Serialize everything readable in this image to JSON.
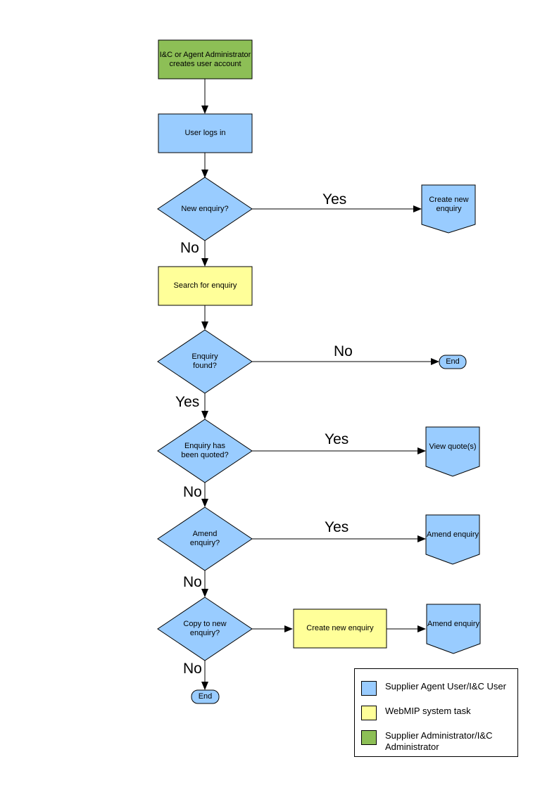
{
  "diagram": {
    "type": "flowchart",
    "colors": {
      "user_shape": "#99CCFF",
      "system_shape": "#FFFF99",
      "admin_shape": "#8DBF56",
      "line": "#000000",
      "background": "#FFFFFF"
    },
    "nodes": {
      "admin_create": {
        "label": "I&C or Agent Administrator creates user account",
        "shape": "process",
        "role": "admin"
      },
      "user_login": {
        "label": "User logs in",
        "shape": "process",
        "role": "user"
      },
      "new_enquiry": {
        "label": "New enquiry?",
        "shape": "decision",
        "role": "user"
      },
      "create_new_enquiry_link": {
        "label": "Create new enquiry",
        "shape": "offpage-connector",
        "role": "user"
      },
      "search_for_enquiry": {
        "label": "Search for enquiry",
        "shape": "process",
        "role": "system"
      },
      "enquiry_found": {
        "label": "Enquiry found?",
        "shape": "decision",
        "role": "user"
      },
      "end_1": {
        "label": "End",
        "shape": "terminator",
        "role": "user"
      },
      "enquiry_quoted": {
        "label": "Enquiry has been quoted?",
        "shape": "decision",
        "role": "user"
      },
      "view_quotes": {
        "label": "View quote(s)",
        "shape": "offpage-connector",
        "role": "user"
      },
      "amend_enquiry_q": {
        "label": "Amend enquiry?",
        "shape": "decision",
        "role": "user"
      },
      "amend_enquiry_link_1": {
        "label": "Amend enquiry",
        "shape": "offpage-connector",
        "role": "user"
      },
      "copy_to_new": {
        "label": "Copy to new enquiry?",
        "shape": "decision",
        "role": "user"
      },
      "create_new_enquiry_task": {
        "label": "Create new enquiry",
        "shape": "process",
        "role": "system"
      },
      "amend_enquiry_link_2": {
        "label": "Amend enquiry",
        "shape": "offpage-connector",
        "role": "user"
      },
      "end_2": {
        "label": "End",
        "shape": "terminator",
        "role": "user"
      }
    },
    "branch_labels": {
      "new_enquiry_yes": "Yes",
      "new_enquiry_no": "No",
      "enquiry_found_no": "No",
      "enquiry_found_yes": "Yes",
      "enquiry_quoted_yes": "Yes",
      "enquiry_quoted_no": "No",
      "amend_enquiry_yes": "Yes",
      "amend_enquiry_no": "No",
      "copy_to_new_no": "No"
    },
    "legend": {
      "items": [
        {
          "color": "#99CCFF",
          "label": "Supplier Agent User/I&C User"
        },
        {
          "color": "#FFFF99",
          "label": "WebMIP system task"
        },
        {
          "color": "#8DBF56",
          "label": "Supplier Administrator/I&C Administrator"
        }
      ]
    }
  }
}
